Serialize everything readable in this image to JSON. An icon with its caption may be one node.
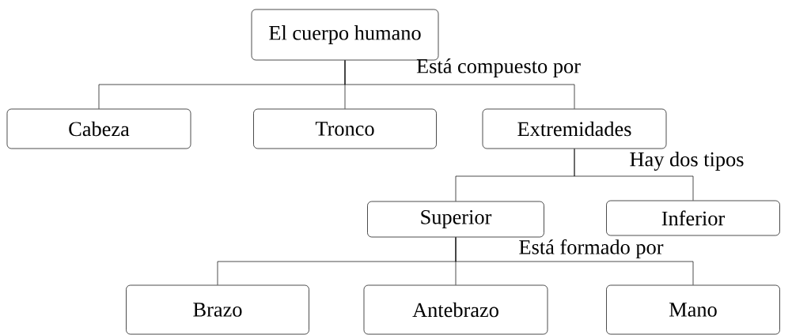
{
  "diagram": {
    "nodes": [
      {
        "text": [
          "El cuerpo humano"
        ]
      },
      {
        "text": [
          "Cabeza"
        ]
      },
      {
        "text": [
          "Tronco"
        ]
      },
      {
        "text": [
          "Extremidades"
        ]
      },
      {
        "text": [
          "Superior"
        ]
      },
      {
        "text": [
          "Inferior"
        ]
      },
      {
        "text": [
          "Brazo"
        ]
      },
      {
        "text": [
          "Antebrazo"
        ]
      },
      {
        "text": [
          "Mano"
        ]
      }
    ],
    "edges": [
      {
        "from": 0,
        "to": 1,
        "arrow": "none"
      },
      {
        "from": 0,
        "to": 2,
        "arrow": "none"
      },
      {
        "from": 0,
        "to": 3,
        "arrow": "none"
      },
      {
        "from": 3,
        "to": 4,
        "arrow": "none"
      },
      {
        "from": 3,
        "to": 5,
        "arrow": "none"
      },
      {
        "from": 4,
        "to": 6,
        "arrow": "none"
      },
      {
        "from": 4,
        "to": 7,
        "arrow": "none"
      },
      {
        "from": 4,
        "to": 8,
        "arrow": "none"
      }
    ],
    "labels": [
      "Está compuesto por",
      "Hay dos tipos",
      "Está formado por"
    ]
  }
}
